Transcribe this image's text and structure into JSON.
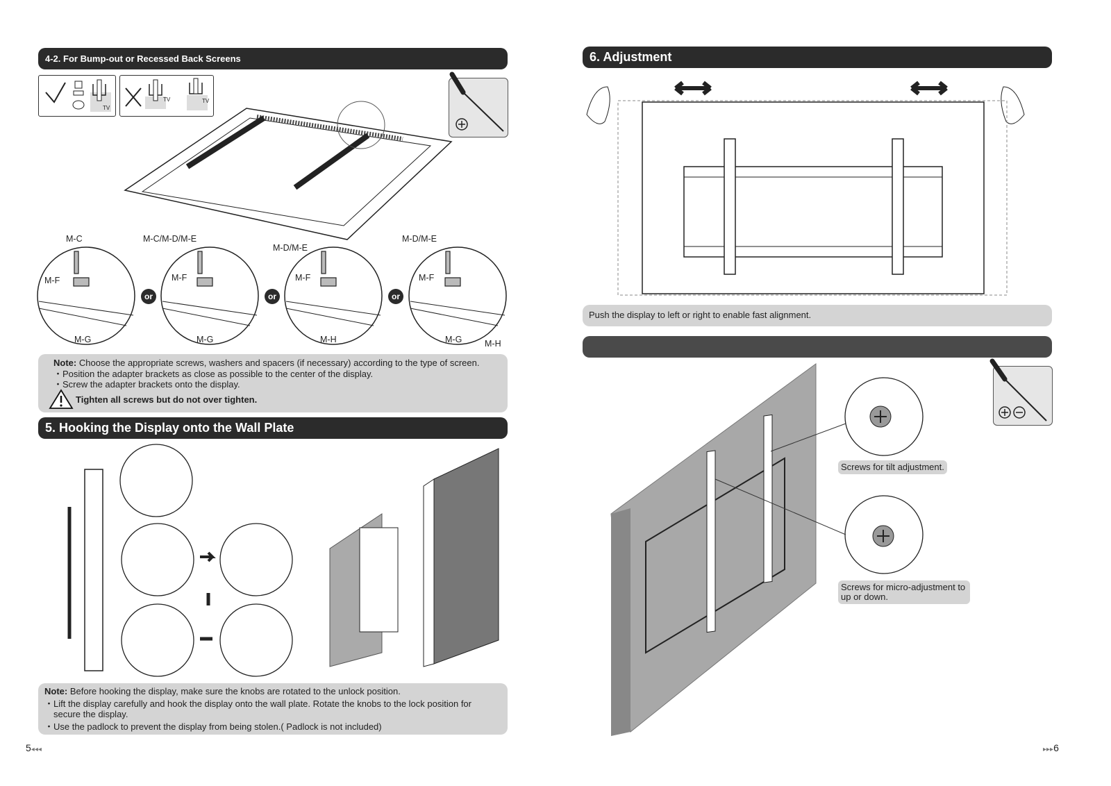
{
  "left": {
    "section_4_2": {
      "title": "4-2. For Bump-out or Recessed Back Screens",
      "tv_label": "TV",
      "callouts": [
        "M-C",
        "M-C/M-D/M-E",
        "M-D/M-E",
        "M-D/M-E"
      ],
      "part_labels": {
        "mf": "M-F",
        "mg": "M-G",
        "mh": "M-H"
      },
      "or_label": "or",
      "note": {
        "lead": "Note:",
        "text": "Choose the appropriate screws, washers and spacers (if necessary) according to the type of screen.",
        "bullets": [
          "Position the adapter brackets as close as possible to the center of the display.",
          "Screw the adapter brackets onto the display."
        ],
        "warning": "Tighten all screws but do not over tighten."
      }
    },
    "section_5": {
      "title": "5. Hooking the Display onto the Wall Plate",
      "note": {
        "lead": "Note:",
        "text": "Before hooking the display, make sure the knobs are rotated to the unlock position.",
        "bullets": [
          "Lift the display carefully and hook the display onto the wall plate. Rotate the knobs to the lock position for secure the display.",
          "Use the padlock to prevent the display from being stolen.( Padlock is not included)"
        ]
      }
    },
    "page_number": "5"
  },
  "right": {
    "section_6": {
      "title": "6. Adjustment",
      "caption": "Push the display to left or right to enable fast alignment."
    },
    "section_blank_title": "",
    "callout_tilt": "Screws for tilt adjustment.",
    "callout_micro": "Screws for micro-adjustment to up or down.",
    "page_number": "6"
  }
}
